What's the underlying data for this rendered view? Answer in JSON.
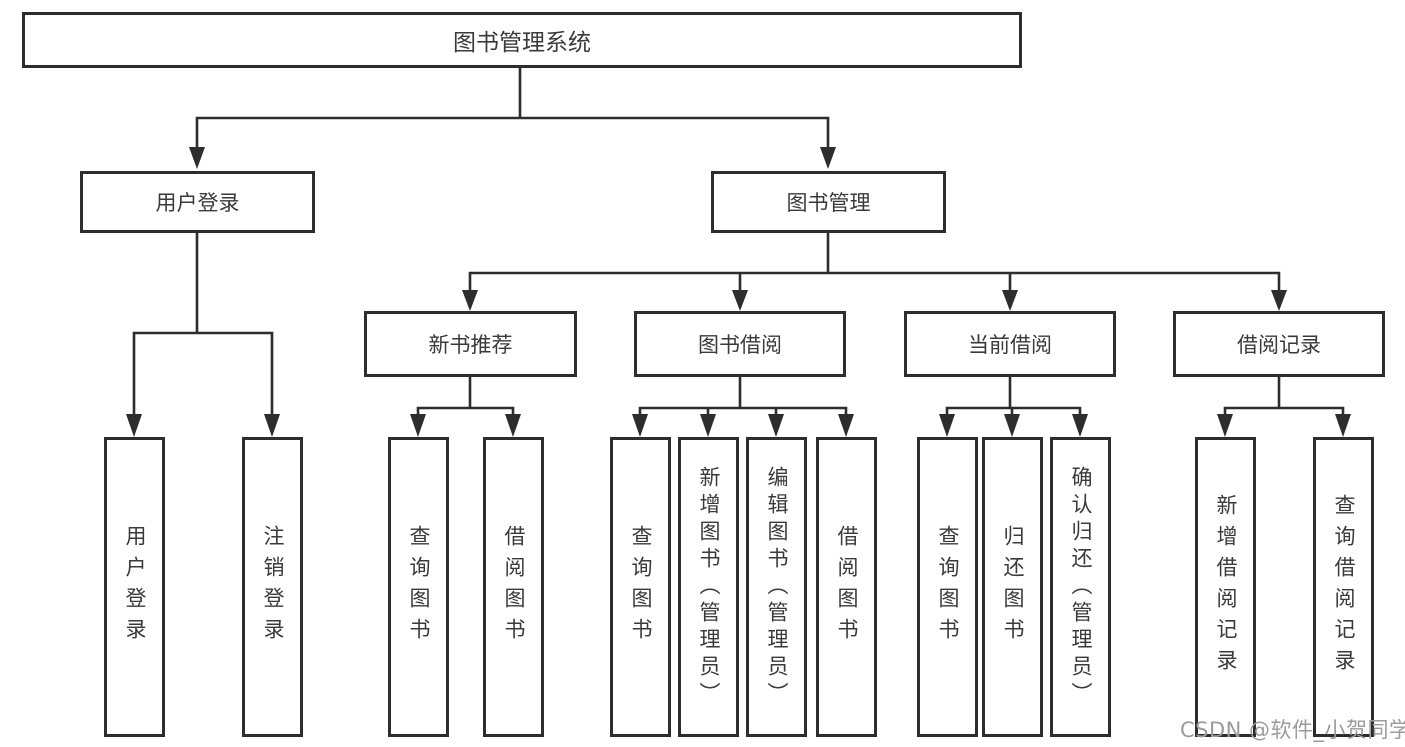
{
  "diagram": {
    "root": {
      "label": "图书管理系统"
    },
    "children": [
      {
        "label": "用户登录",
        "children": [
          {
            "label": "用户登录"
          },
          {
            "label": "注销登录"
          }
        ]
      },
      {
        "label": "图书管理",
        "children": [
          {
            "label": "新书推荐",
            "children": [
              {
                "label": "查询图书"
              },
              {
                "label": "借阅图书"
              }
            ]
          },
          {
            "label": "图书借阅",
            "children": [
              {
                "label": "查询图书"
              },
              {
                "label": "新增图书（管理员）"
              },
              {
                "label": "编辑图书（管理员）"
              },
              {
                "label": "借阅图书"
              }
            ]
          },
          {
            "label": "当前借阅",
            "children": [
              {
                "label": "查询图书"
              },
              {
                "label": "归还图书"
              },
              {
                "label": "确认归还（管理员）"
              }
            ]
          },
          {
            "label": "借阅记录",
            "children": [
              {
                "label": "新增借阅记录"
              },
              {
                "label": "查询借阅记录"
              }
            ]
          }
        ]
      }
    ]
  },
  "watermark": "CSDN @软件_小贺同学",
  "colors": {
    "line": "#2d2d2d",
    "box_border": "#2d2d2d",
    "text": "#3a3a3a",
    "watermark": "#9b9b9b",
    "background": "#ffffff"
  }
}
